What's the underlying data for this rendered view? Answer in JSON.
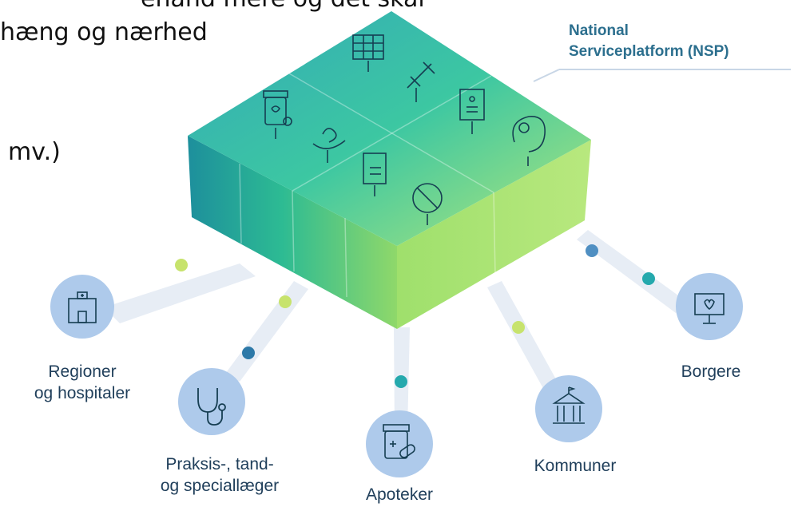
{
  "slide_text": {
    "line1": "ehand mere og det skal",
    "line2": "hæng og nærhed",
    "line3": "mv.)"
  },
  "platform": {
    "label_line1": "National",
    "label_line2": "Serviceplatform (NSP)"
  },
  "stakeholders": [
    {
      "line1": "Regioner",
      "line2": "og hospitaler",
      "icon": "hospital-icon"
    },
    {
      "line1": "Praksis-, tand-",
      "line2": "og speciallæger",
      "icon": "stethoscope-icon"
    },
    {
      "line1": "Apoteker",
      "line2": "",
      "icon": "medicine-icon"
    },
    {
      "line1": "Kommuner",
      "line2": "",
      "icon": "town-hall-icon"
    },
    {
      "line1": "Borgere",
      "line2": "",
      "icon": "monitor-heart-icon"
    }
  ],
  "colors": {
    "teal_dark": "#1f9aa6",
    "teal": "#2fb7a6",
    "green": "#52d08a",
    "lime": "#9ee06a",
    "circle": "#aecaeb",
    "dot_lime": "#c7e36d",
    "dot_teal": "#25a9ad",
    "dot_blue": "#2d79a8",
    "label": "#2c6f8e"
  }
}
